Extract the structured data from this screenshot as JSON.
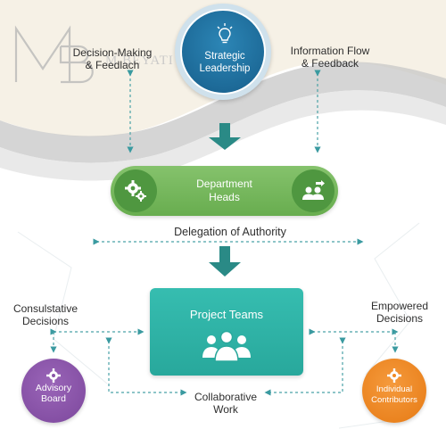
{
  "logo": {
    "text": "M BEYATI CONSULTING"
  },
  "top": {
    "title": "Strategic\nLeadership",
    "icon": "lightbulb-icon"
  },
  "labels": {
    "left_top": "Decision-Making\n& Feedlach",
    "right_top": "Information Flow\n& Feedback",
    "delegation": "Delegation of Authority",
    "consultative": "Consulstative\nDecisions",
    "empowered": "Empowered\nDecisions",
    "collaborative": "Collaborative\nWork"
  },
  "department": {
    "title": "Department\nHeads",
    "left_icon": "gears-icon",
    "right_icon": "people-delegate-icon"
  },
  "project": {
    "title": "Project Teams",
    "icon": "team-icon"
  },
  "advisory": {
    "title": "Advisory\nBoard",
    "icon": "gear-icon"
  },
  "individual": {
    "title": "Individual\nContributors",
    "icon": "gear-icon"
  },
  "colors": {
    "blue": "#1d6a98",
    "green": "#68ad4f",
    "teal": "#2fb3a6",
    "purple": "#8a56a8",
    "orange": "#f08a24",
    "arrow": "#2f8a85"
  }
}
